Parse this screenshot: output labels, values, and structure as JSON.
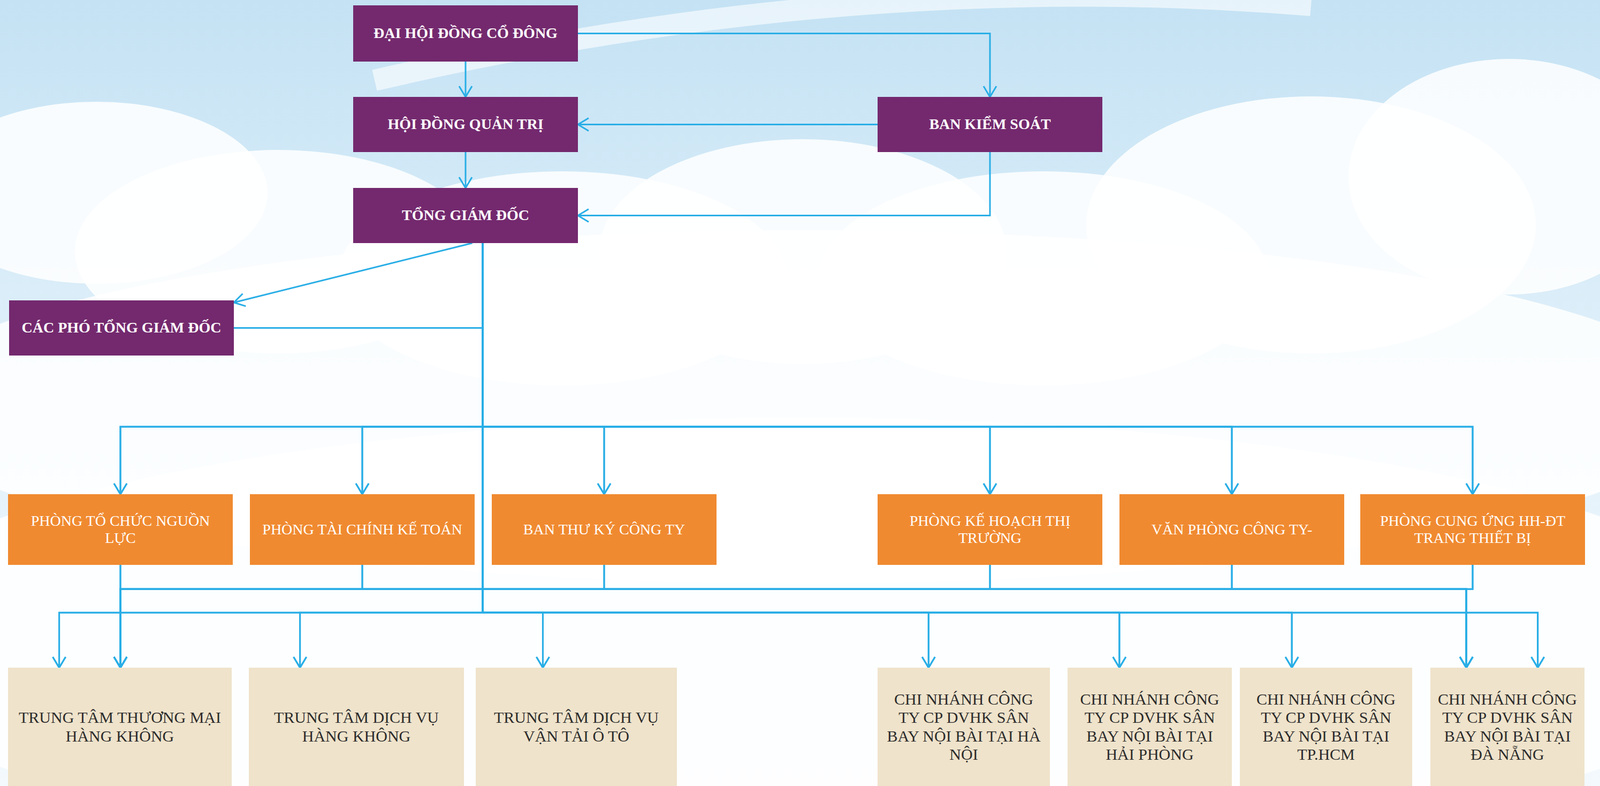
{
  "diagram": {
    "nodes": [
      {
        "text": [
          "ĐẠI HỘI ĐỒNG CỔ ĐÔNG"
        ]
      },
      {
        "text": [
          "HỘI ĐỒNG QUẢN TRỊ"
        ]
      },
      {
        "text": [
          "BAN KIỂM SOÁT"
        ]
      },
      {
        "text": [
          "TỔNG GIÁM ĐỐC"
        ]
      },
      {
        "text": [
          "CÁC PHÓ TỔNG GIÁM ĐỐC"
        ]
      },
      {
        "text": [
          "PHÒNG TỔ CHỨC NGUỒN LỰC"
        ]
      },
      {
        "text": [
          "PHÒNG TÀI CHÍNH KẾ TOÁN"
        ]
      },
      {
        "text": [
          "BAN THƯ KÝ CÔNG TY"
        ]
      },
      {
        "text": [
          "PHÒNG KẾ HOẠCH THỊ TRƯỜNG"
        ]
      },
      {
        "text": [
          "VĂN PHÒNG CÔNG TY-"
        ]
      },
      {
        "text": [
          "PHÒNG CUNG ỨNG HH-ĐT TRANG THIẾT BỊ"
        ]
      },
      {
        "text": [
          "TRUNG TÂM THƯƠNG MẠI HÀNG KHÔNG"
        ]
      },
      {
        "text": [
          "TRUNG TÂM DỊCH VỤ HÀNG KHÔNG"
        ]
      },
      {
        "text": [
          "TRUNG TÂM DỊCH VỤ VẬN TẢI Ô TÔ"
        ]
      },
      {
        "text": [
          "CHI NHÁNH CÔNG TY CP DVHK SÂN BAY NỘI BÀI TẠI HÀ NỘI"
        ]
      },
      {
        "text": [
          "CHI NHÁNH CÔNG TY CP DVHK SÂN BAY NỘI BÀI TẠI HẢI PHÒNG"
        ]
      },
      {
        "text": [
          "CHI NHÁNH CÔNG TY CP DVHK SÂN BAY NỘI BÀI TẠI TP.HCM"
        ]
      },
      {
        "text": [
          "CHI NHÁNH CÔNG TY CP DVHK SÂN BAY NỘI BÀI TẠI ĐÀ NẴNG"
        ]
      }
    ],
    "edges": [
      {
        "from": 0,
        "to": 1,
        "arrow": "to"
      },
      {
        "from": 0,
        "to": 2,
        "arrow": "to"
      },
      {
        "from": 2,
        "to": 1,
        "arrow": "to"
      },
      {
        "from": 1,
        "to": 3,
        "arrow": "to"
      },
      {
        "from": 2,
        "to": 3,
        "arrow": "to"
      },
      {
        "from": 3,
        "to": 4,
        "arrow": "to"
      },
      {
        "from": 3,
        "to": 5,
        "arrow": "to"
      },
      {
        "from": 3,
        "to": 6,
        "arrow": "to"
      },
      {
        "from": 3,
        "to": 7,
        "arrow": "to"
      },
      {
        "from": 3,
        "to": 8,
        "arrow": "to"
      },
      {
        "from": 3,
        "to": 9,
        "arrow": "to"
      },
      {
        "from": 3,
        "to": 10,
        "arrow": "to"
      },
      {
        "from": 3,
        "to": 11,
        "arrow": "to"
      },
      {
        "from": 3,
        "to": 12,
        "arrow": "to"
      },
      {
        "from": 3,
        "to": 13,
        "arrow": "to"
      },
      {
        "from": 3,
        "to": 14,
        "arrow": "to"
      },
      {
        "from": 3,
        "to": 15,
        "arrow": "to"
      },
      {
        "from": 3,
        "to": 16,
        "arrow": "to"
      },
      {
        "from": 3,
        "to": 17,
        "arrow": "to"
      },
      {
        "from": 4,
        "to": 5,
        "arrow": "to"
      },
      {
        "from": 4,
        "to": 6,
        "arrow": "to"
      },
      {
        "from": 4,
        "to": 7,
        "arrow": "to"
      },
      {
        "from": 4,
        "to": 8,
        "arrow": "to"
      },
      {
        "from": 4,
        "to": 9,
        "arrow": "to"
      },
      {
        "from": 4,
        "to": 10,
        "arrow": "to"
      },
      {
        "from": 4,
        "to": 11,
        "arrow": "to"
      },
      {
        "from": 4,
        "to": 12,
        "arrow": "to"
      },
      {
        "from": 4,
        "to": 13,
        "arrow": "to"
      },
      {
        "from": 4,
        "to": 14,
        "arrow": "to"
      },
      {
        "from": 4,
        "to": 15,
        "arrow": "to"
      },
      {
        "from": 4,
        "to": 16,
        "arrow": "to"
      },
      {
        "from": 4,
        "to": 17,
        "arrow": "to"
      },
      {
        "from": 5,
        "to": 11,
        "arrow": "to"
      },
      {
        "from": 6,
        "to": 11,
        "arrow": "to"
      },
      {
        "from": 7,
        "to": 11,
        "arrow": "to"
      },
      {
        "from": 8,
        "to": 11,
        "arrow": "to"
      },
      {
        "from": 9,
        "to": 11,
        "arrow": "to"
      },
      {
        "from": 10,
        "to": 11,
        "arrow": "to"
      },
      {
        "from": 5,
        "to": 17,
        "arrow": "to"
      },
      {
        "from": 6,
        "to": 17,
        "arrow": "to"
      },
      {
        "from": 7,
        "to": 17,
        "arrow": "to"
      },
      {
        "from": 8,
        "to": 17,
        "arrow": "to"
      },
      {
        "from": 9,
        "to": 17,
        "arrow": "to"
      },
      {
        "from": 10,
        "to": 17,
        "arrow": "to"
      }
    ]
  }
}
